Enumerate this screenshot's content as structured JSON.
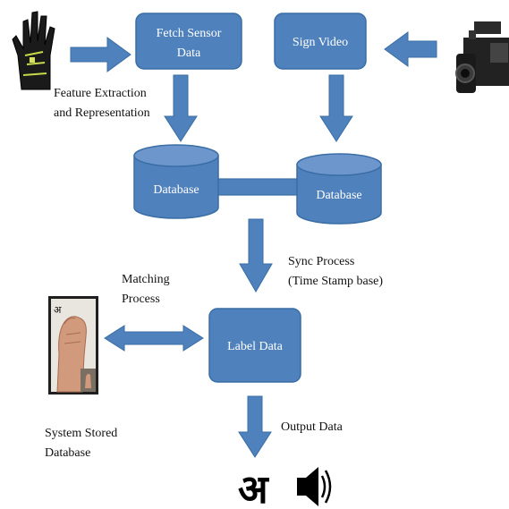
{
  "nodes": {
    "fetch_sensor": {
      "line1": "Fetch Sensor",
      "line2": "Data"
    },
    "sign_video": {
      "label": "Sign Video"
    },
    "database_left": {
      "label": "Database"
    },
    "database_right": {
      "label": "Database"
    },
    "label_data": {
      "label": "Label Data"
    }
  },
  "annotations": {
    "feature_extraction": {
      "line1": "Feature Extraction",
      "line2": "and Representation"
    },
    "sync_process": {
      "line1": "Sync Process",
      "line2": "(Time Stamp base)"
    },
    "matching_process": {
      "line1": "Matching",
      "line2": "Process"
    },
    "system_stored": {
      "line1": "System Stored",
      "line2": "Database"
    },
    "output_data": {
      "label": "Output Data"
    }
  },
  "output_glyph": "अ",
  "inset_glyph": "अ",
  "icons": [
    "sensor-glove-icon",
    "video-camera-icon",
    "hand-sign-photo",
    "speaker-icon"
  ],
  "colors": {
    "box_fill": "#4f81bd",
    "box_stroke": "#3a6ea5",
    "arrow_fill": "#4f81bd",
    "text_dark": "#111111",
    "text_light": "#ffffff"
  }
}
